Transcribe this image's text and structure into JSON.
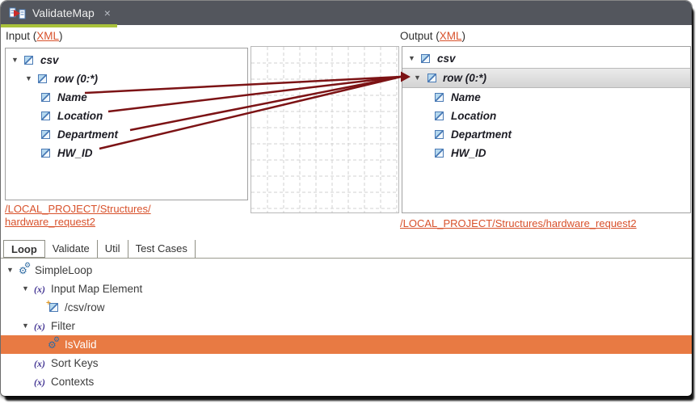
{
  "tab_bar": {
    "active_tab": "ValidateMap"
  },
  "icons": {
    "close": "×",
    "expander_open": "▼",
    "gear": "⚙",
    "xpath_fn": "(x)",
    "plus": "+"
  },
  "colors": {
    "tabbar_bg": "#53565d",
    "active_tab_underline": "#a9c23b",
    "link_orange": "#d8512b",
    "mapping_line": "#7c1315",
    "selection_orange": "#e87a43",
    "selected_row_gray": "#d9d9d9"
  },
  "input": {
    "label_prefix": "Input (",
    "xml_link": "XML",
    "label_suffix": ")",
    "path_link_line1": "/LOCAL_PROJECT/Structures/",
    "path_link_line2": "hardware_request2"
  },
  "output": {
    "label_prefix": "Output (",
    "xml_link": "XML",
    "label_suffix": ")",
    "path_link": "/LOCAL_PROJECT/Structures/hardware_request2"
  },
  "input_tree": {
    "nodes": [
      "csv",
      "row (0:*)",
      "Name",
      "Location",
      "Department",
      "HW_ID"
    ]
  },
  "output_tree": {
    "nodes": [
      "csv",
      "row (0:*)",
      "Name",
      "Location",
      "Department",
      "HW_ID"
    ]
  },
  "mappings": [
    {
      "from": "Name",
      "to": "row (0:*)"
    },
    {
      "from": "Location",
      "to": "row (0:*)"
    },
    {
      "from": "Department",
      "to": "row (0:*)"
    },
    {
      "from": "HW_ID",
      "to": "row (0:*)"
    }
  ],
  "bottom_tabs": [
    "Loop",
    "Validate",
    "Util",
    "Test Cases"
  ],
  "bottom_tabs_active": "Loop",
  "bottom_tree": {
    "nodes": [
      "SimpleLoop",
      "Input Map Element",
      "/csv/row",
      "Filter",
      "IsValid",
      "Sort Keys",
      "Contexts"
    ],
    "selected": "IsValid"
  }
}
